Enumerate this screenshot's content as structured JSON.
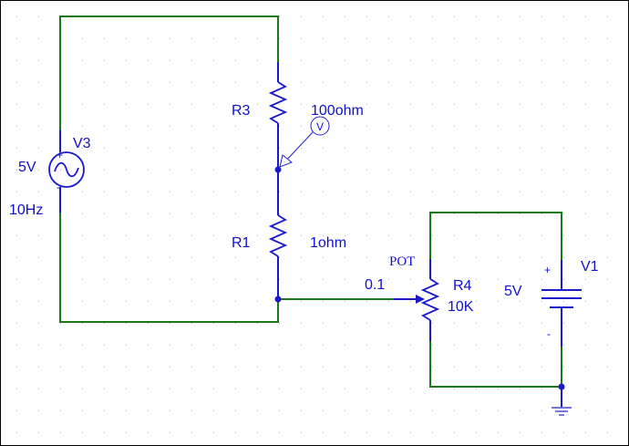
{
  "components": {
    "v3": {
      "name": "V3",
      "amplitude": "5V",
      "frequency": "10Hz"
    },
    "r3": {
      "name": "R3",
      "value": "100ohm"
    },
    "r1": {
      "name": "R1",
      "value": "1ohm"
    },
    "r4": {
      "name": "R4",
      "value": "10K",
      "model": "POT",
      "setting": "0.1"
    },
    "v1": {
      "name": "V1",
      "value": "5V",
      "plus": "+",
      "minus": "-"
    },
    "probe": {
      "label": "V"
    }
  },
  "v3_plus": "+",
  "v3_minus": "-",
  "colors": {
    "wire": "#1a7a1a",
    "component": "#1a1acc",
    "text": "#1010d0",
    "grid": "#b0b0b0"
  }
}
